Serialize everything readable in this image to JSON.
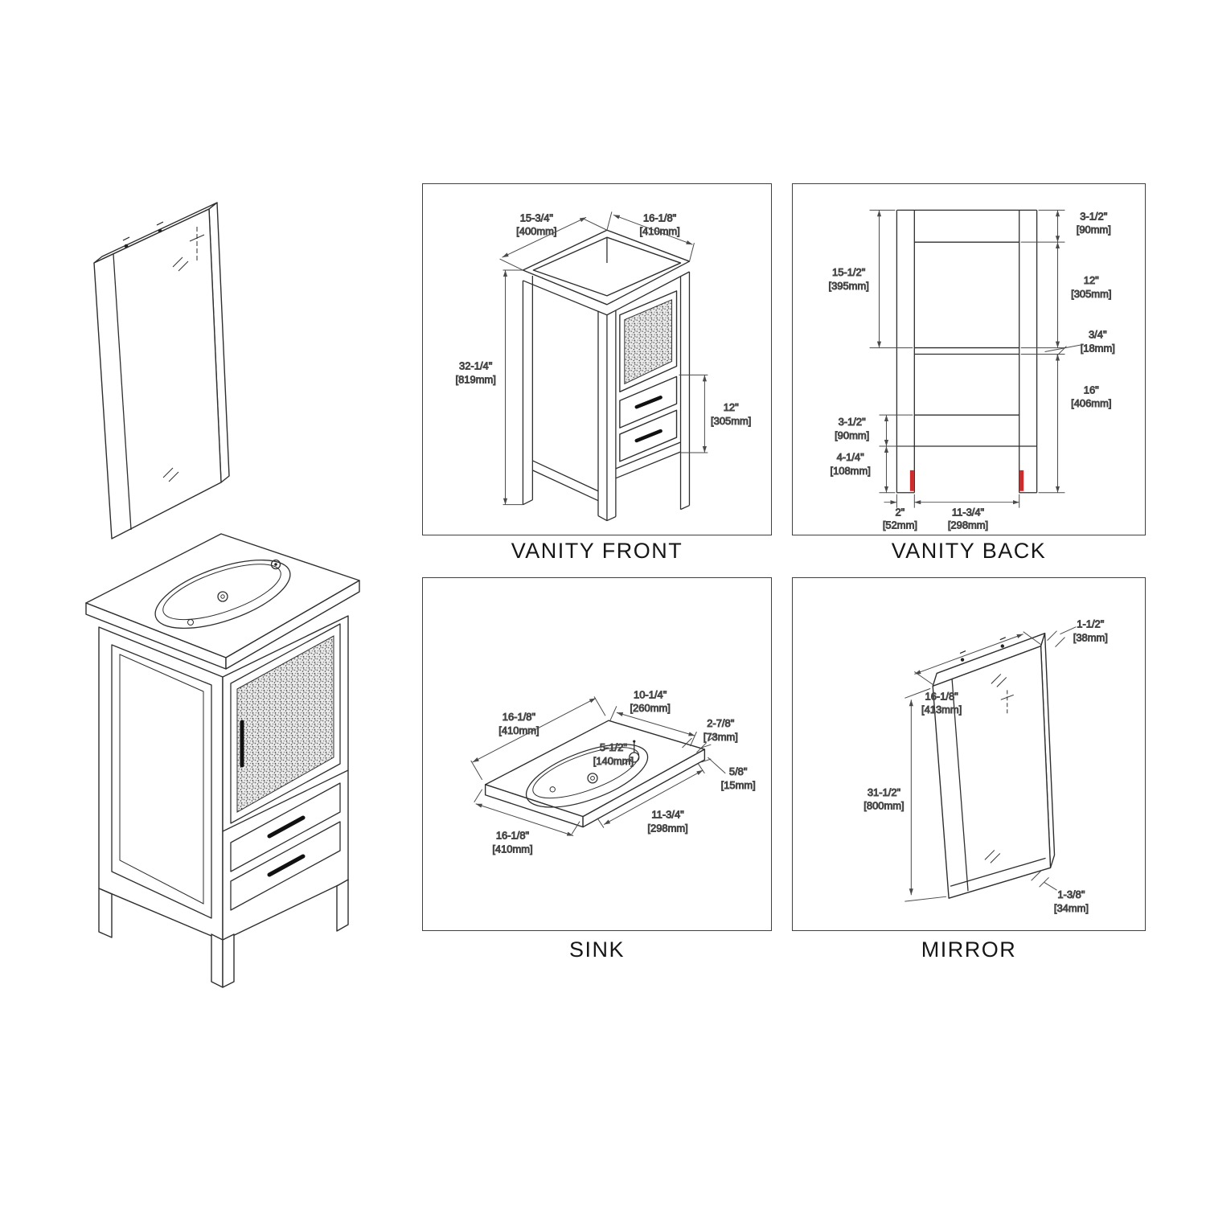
{
  "colors": {
    "line": "#2e2e2e",
    "dim": "#4a4a4a",
    "red": "#cf2b2b"
  },
  "captions": {
    "vanity_front": "VANITY FRONT",
    "vanity_back": "VANITY BACK",
    "sink": "SINK",
    "mirror": "MIRROR"
  },
  "vanity_front": {
    "width_left_in": "15-3/4\"",
    "width_left_mm": "[400mm]",
    "width_right_in": "16-1/8\"",
    "width_right_mm": "[410mm]",
    "height_in": "32-1/4\"",
    "height_mm": "[819mm]",
    "drawer_in": "12\"",
    "drawer_mm": "[305mm]"
  },
  "vanity_back": {
    "upper_in": "15-1/2\"",
    "upper_mm": "[395mm]",
    "toprail_in": "3-1/2\"",
    "toprail_mm": "[90mm]",
    "mid_in": "12\"",
    "mid_mm": "[305mm]",
    "shelf_in": "3/4\"",
    "shelf_mm": "[18mm]",
    "lower_in": "16\"",
    "lower_mm": "[406mm]",
    "botrail_in": "3-1/2\"",
    "botrail_mm": "[90mm]",
    "foot_in": "4-1/4\"",
    "foot_mm": "[108mm]",
    "footw_in": "2\"",
    "footw_mm": "[52mm]",
    "span_in": "11-3/4\"",
    "span_mm": "[298mm]"
  },
  "sink": {
    "back_in": "16-1/8\"",
    "back_mm": "[410mm]",
    "depth_in": "10-1/4\"",
    "depth_mm": "[260mm]",
    "offset_in": "2-7/8\"",
    "offset_mm": "[73mm]",
    "faucet_in": "5-1/2\"",
    "faucet_mm": "[140mm]",
    "thick_in": "5/8\"",
    "thick_mm": "[15mm]",
    "basin_in": "11-3/4\"",
    "basin_mm": "[298mm]",
    "front_in": "16-1/8\"",
    "front_mm": "[410mm]"
  },
  "mirror": {
    "depth_in": "1-1/2\"",
    "depth_mm": "[38mm]",
    "width_in": "16-1/8\"",
    "width_mm": "[413mm]",
    "height_in": "31-1/2\"",
    "height_mm": "[800mm]",
    "frame_in": "1-3/8\"",
    "frame_mm": "[34mm]"
  }
}
